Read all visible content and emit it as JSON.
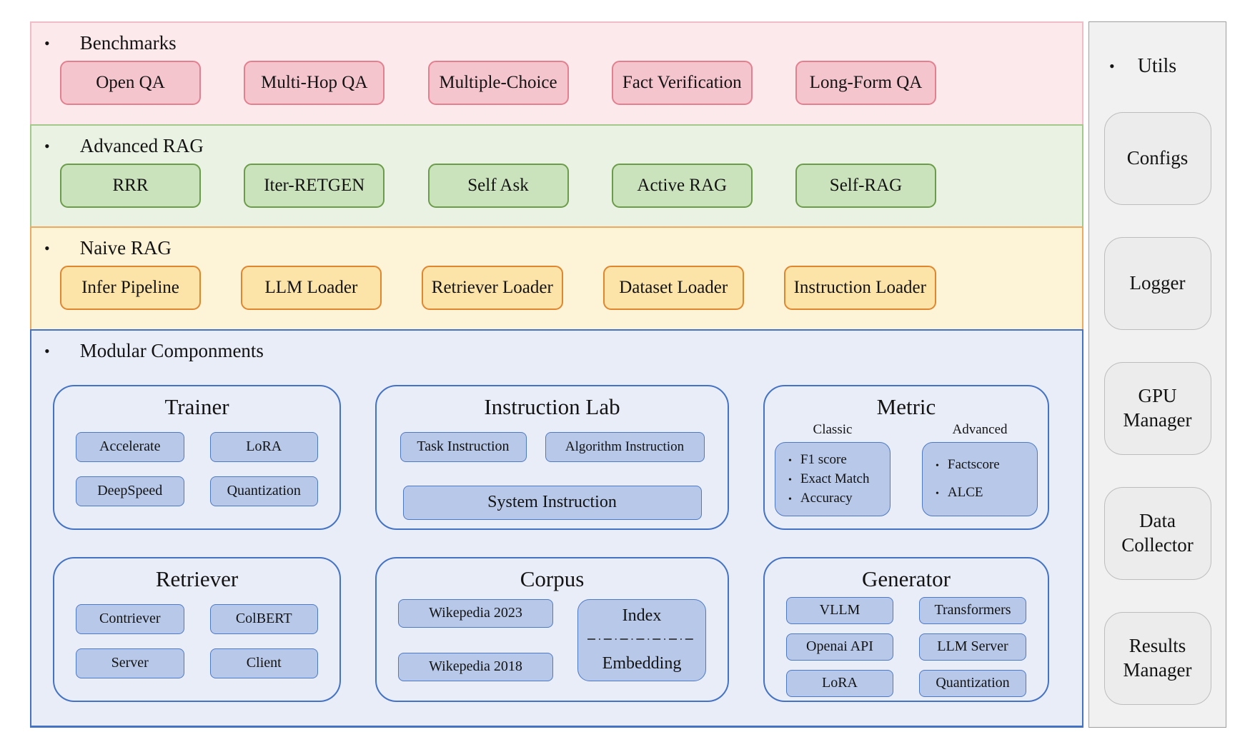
{
  "glyphs": {
    "bullet": "•"
  },
  "colors": {
    "benchmarks": {
      "bg": "#fce9ec",
      "node_bg": "#f5c5ce",
      "accent": "#e2808f"
    },
    "advanced_rag": {
      "bg": "#eaf3e3",
      "node_bg": "#cbe3bd",
      "accent": "#6b9c49"
    },
    "naive_rag": {
      "bg": "#fdf3d7",
      "node_bg": "#fce3a8",
      "accent": "#e0862f"
    },
    "modular": {
      "bg": "#e9edf8",
      "node_bg": "#b7c8e9",
      "accent": "#4472c4"
    },
    "utils": {
      "bg": "#f1f1f1",
      "node_bg": "#ececec",
      "accent": "#bdbdbd"
    }
  },
  "layers": {
    "benchmarks": {
      "title": "Benchmarks",
      "items": [
        "Open QA",
        "Multi-Hop QA",
        "Multiple-Choice",
        "Fact Verification",
        "Long-Form QA"
      ]
    },
    "advanced_rag": {
      "title": "Advanced RAG",
      "items": [
        "RRR",
        "Iter-RETGEN",
        "Self Ask",
        "Active RAG",
        "Self-RAG"
      ]
    },
    "naive_rag": {
      "title": "Naive RAG",
      "items": [
        "Infer Pipeline",
        "LLM Loader",
        "Retriever Loader",
        "Dataset Loader",
        "Instruction Loader"
      ]
    },
    "modular": {
      "title": "Modular Componments",
      "cards": {
        "trainer": {
          "title": "Trainer",
          "items": [
            "Accelerate",
            "LoRA",
            "DeepSpeed",
            "Quantization"
          ]
        },
        "instruction_lab": {
          "title": "Instruction Lab",
          "items": [
            "Task Instruction",
            "Algorithm Instruction"
          ],
          "wide_item": "System Instruction"
        },
        "metric": {
          "title": "Metric",
          "groups": [
            {
              "label": "Classic",
              "items": [
                "F1 score",
                "Exact Match",
                "Accuracy"
              ]
            },
            {
              "label": "Advanced",
              "items": [
                "Factscore",
                "ALCE"
              ]
            }
          ]
        },
        "retriever": {
          "title": "Retriever",
          "items": [
            "Contriever",
            "ColBERT",
            "Server",
            "Client"
          ]
        },
        "corpus": {
          "title": "Corpus",
          "items": [
            "Wikepedia 2023",
            "Wikepedia 2018"
          ],
          "index_box": {
            "top": "Index",
            "bottom": "Embedding"
          }
        },
        "generator": {
          "title": "Generator",
          "items": [
            "VLLM",
            "Transformers",
            "Openai API",
            "LLM Server",
            "LoRA",
            "Quantization"
          ]
        }
      }
    },
    "utils": {
      "title": "Utils",
      "items": [
        "Configs",
        "Logger",
        "GPU Manager",
        "Data Collector",
        "Results Manager"
      ]
    }
  }
}
